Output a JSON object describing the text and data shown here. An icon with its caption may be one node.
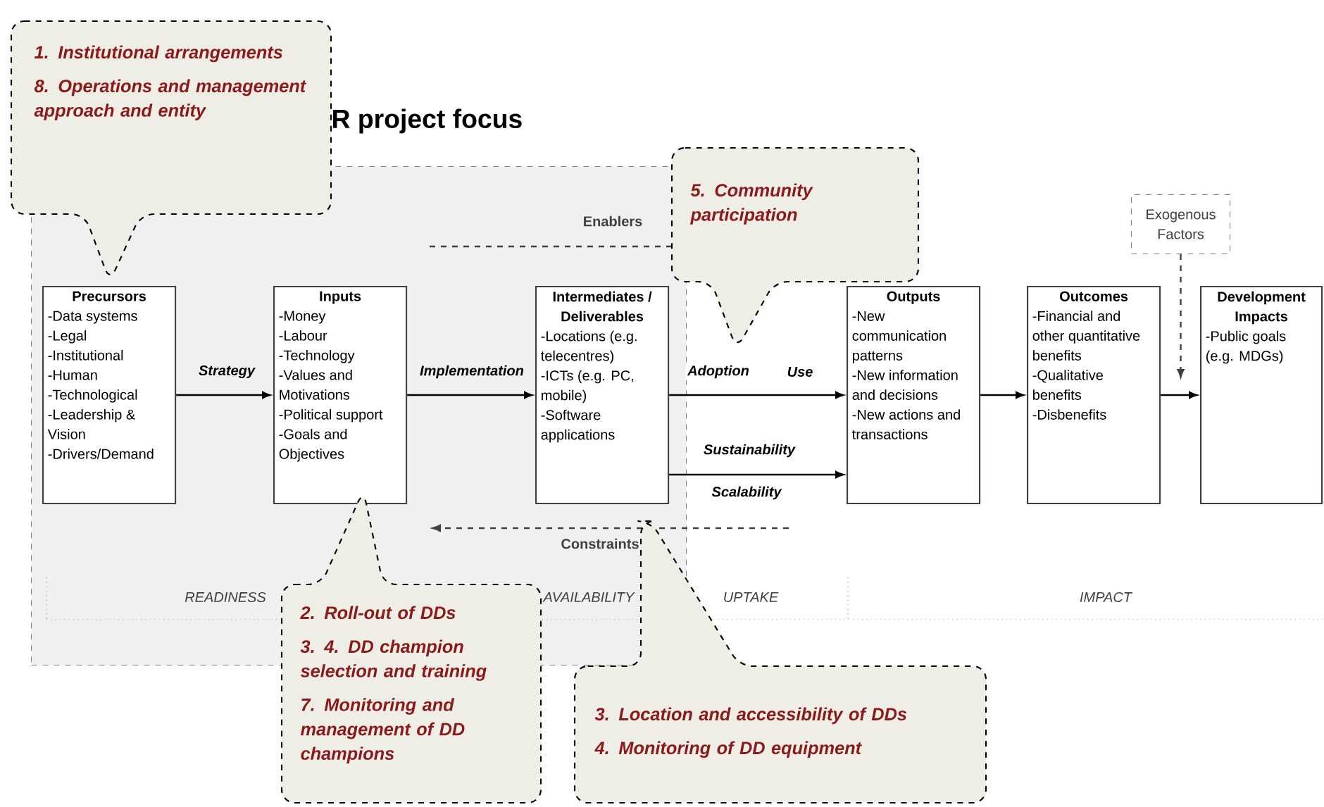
{
  "diagram": {
    "nodes": [
      {
        "text": [
          "1. Institutional arrangements",
          "8. Operations and management approach and entity"
        ]
      },
      {
        "text": [
          "R project focus"
        ]
      },
      {
        "text": [
          "Precursors",
          "-Data systems",
          "-Legal",
          "-Institutional",
          "-Human",
          "-Technological",
          "-Leadership & Vision",
          "-Drivers/Demand"
        ],
        "in": 1
      },
      {
        "text": [
          "Inputs",
          "-Money",
          "-Labour",
          "-Technology",
          "-Values and Motivations",
          "-Political support",
          "-Goals and Objectives"
        ],
        "in": 1
      },
      {
        "text": [
          "Intermediates / Deliverables",
          "-Locations (e.g. telecentres)",
          "-ICTs (e.g. PC, mobile)",
          "-Software applications"
        ],
        "in": 1
      },
      {
        "text": [
          "5. Community participation"
        ]
      },
      {
        "text": [
          "Exogenous Factors"
        ]
      },
      {
        "text": [
          "Outputs",
          "-New communication patterns",
          "-New information and decisions",
          "-New actions and transactions"
        ]
      },
      {
        "text": [
          "Outcomes",
          "-Financial and other quantitative benefits",
          "-Qualitative benefits",
          "-Disbenefits"
        ]
      },
      {
        "text": [
          "Development Impacts",
          "-Public goals (e.g. MDGs)"
        ]
      },
      {
        "text": [
          "2. Roll-out of DDs",
          "3. 4. DD champion selection and training",
          "7. Monitoring and management of DD champions"
        ]
      },
      {
        "text": [
          "3. Location and accessibility of DDs",
          "4. Monitoring of DD equipment"
        ]
      }
    ],
    "edges": [
      {
        "from": 2,
        "to": 3,
        "arrow": "to",
        "label": "Strategy"
      },
      {
        "from": 3,
        "to": 4,
        "arrow": "to",
        "label": "Implementation"
      },
      {
        "from": 4,
        "to": 7,
        "arrow": "to",
        "label": "Adoption"
      },
      {
        "from": 4,
        "to": 7,
        "arrow": "to",
        "label": "Sustainability"
      },
      {
        "from": 7,
        "to": 8,
        "arrow": "to"
      },
      {
        "from": 8,
        "to": 9,
        "arrow": "to"
      },
      {
        "from": 6,
        "to": null,
        "arrow": "to",
        "style": "dashed"
      }
    ],
    "labels": [
      "Enablers",
      "Use",
      "Scalability",
      "Constraints",
      "READINESS",
      "AVAILABILITY",
      "UPTAKE",
      "IMPACT"
    ]
  }
}
